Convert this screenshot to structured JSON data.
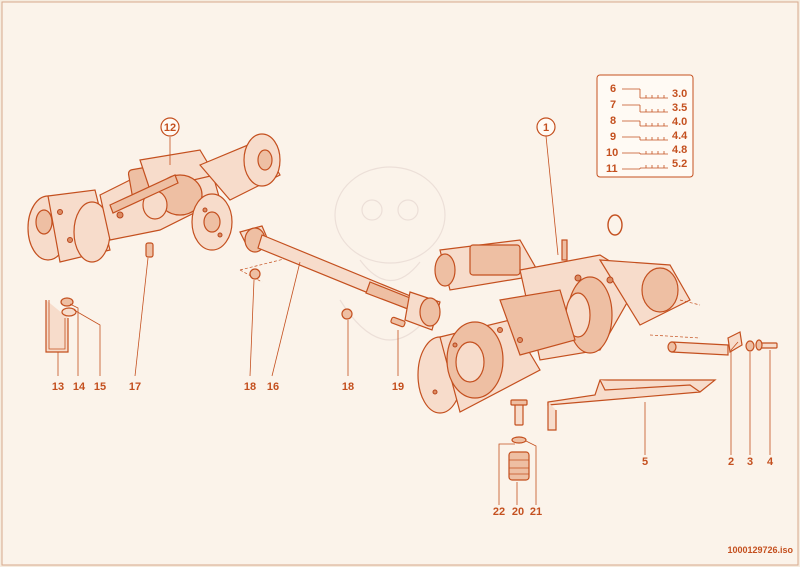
{
  "callouts": {
    "c1": "1",
    "c12": "12",
    "c13": "13",
    "c14": "14",
    "c15": "15",
    "c17": "17",
    "c18a": "18",
    "c16": "16",
    "c18b": "18",
    "c19": "19",
    "c22": "22",
    "c20": "20",
    "c21": "21",
    "c5": "5",
    "c2": "2",
    "c3": "3",
    "c4": "4"
  },
  "ratio_table": {
    "rows": [
      {
        "index": "6",
        "ratio": "3.0"
      },
      {
        "index": "7",
        "ratio": "3.5"
      },
      {
        "index": "8",
        "ratio": "4.0"
      },
      {
        "index": "9",
        "ratio": "4.4"
      },
      {
        "index": "10",
        "ratio": "4.8"
      },
      {
        "index": "11",
        "ratio": "5.2"
      }
    ]
  },
  "drawing_code": "1000129726.iso"
}
